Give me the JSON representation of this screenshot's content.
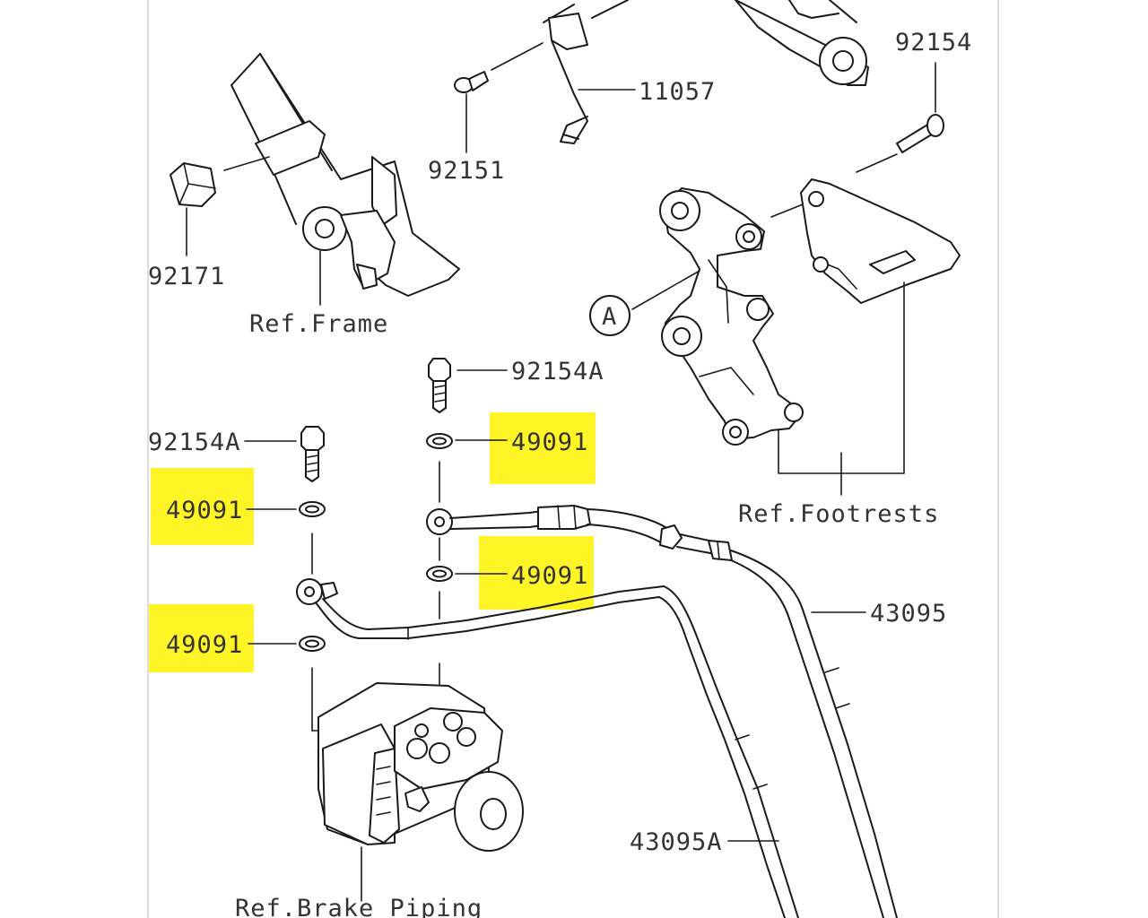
{
  "diagram": {
    "highlight_color": "#fff200",
    "labels": {
      "p92154": "92154",
      "p11057": "11057",
      "p92151": "92151",
      "p92171": "92171",
      "ref_frame": "Ref.Frame",
      "circle_a": "A",
      "p92154a_top": "92154A",
      "p92154a_left": "92154A",
      "p49091_top_right": "49091",
      "p49091_bottom_right": "49091",
      "p49091_top_left": "49091",
      "p49091_bottom_left": "49091",
      "ref_footrests": "Ref.Footrests",
      "p43095": "43095",
      "p43095a": "43095A",
      "ref_brake_piping": "Ref.Brake Piping"
    }
  }
}
